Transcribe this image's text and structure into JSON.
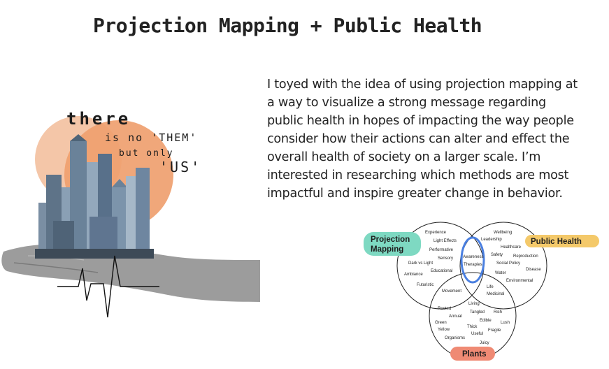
{
  "title": "Projection Mapping + Public Health",
  "body": "I toyed with the idea of using projection mapping at\na way to visualize a strong message regarding\npublic health in hopes of impacting the way people\nconsider how their actions can alter and effect the\noverall health of society on a larger scale. I’m\ninterested in researching which methods are most\nimpactful and inspire greater change in behavior.",
  "collage": {
    "line1": "there",
    "line2": "is no 'THEM'",
    "line3": "but only",
    "line4": "'US'"
  },
  "venn": {
    "labels": {
      "projection": [
        "Projection",
        "Mapping"
      ],
      "health": "Public Health",
      "plants": "Plants"
    },
    "projection_words": [
      "Experience",
      "Light Effects",
      "Performative",
      "Sensory",
      "Dark vs Light",
      "Educational",
      "Ambiance",
      "Futuristic"
    ],
    "health_words": [
      "Wellbeing",
      "Leadership",
      "Healthcare",
      "Safety",
      "Reproduction",
      "Social Policy",
      "Disease",
      "Water",
      "Environmental"
    ],
    "plant_words": [
      "Living",
      "Rooted",
      "Tangled",
      "Rich",
      "Annual",
      "Edible",
      "Green",
      "Lush",
      "Yellow",
      "Thick",
      "Fragile",
      "Useful",
      "Organisms",
      "Juicy"
    ],
    "center_words": [
      "Awareness",
      "Therapies"
    ],
    "pm_plants": "Movement",
    "ph_plants": [
      "Life",
      "Medicinal"
    ],
    "colors": {
      "projection": "#7ed9c2",
      "health": "#f4c96a",
      "plants": "#ef8a74",
      "highlight": "#4a7fe0",
      "sun_light": "#f4c6a8",
      "sun_dark": "#ef9f6f"
    }
  }
}
